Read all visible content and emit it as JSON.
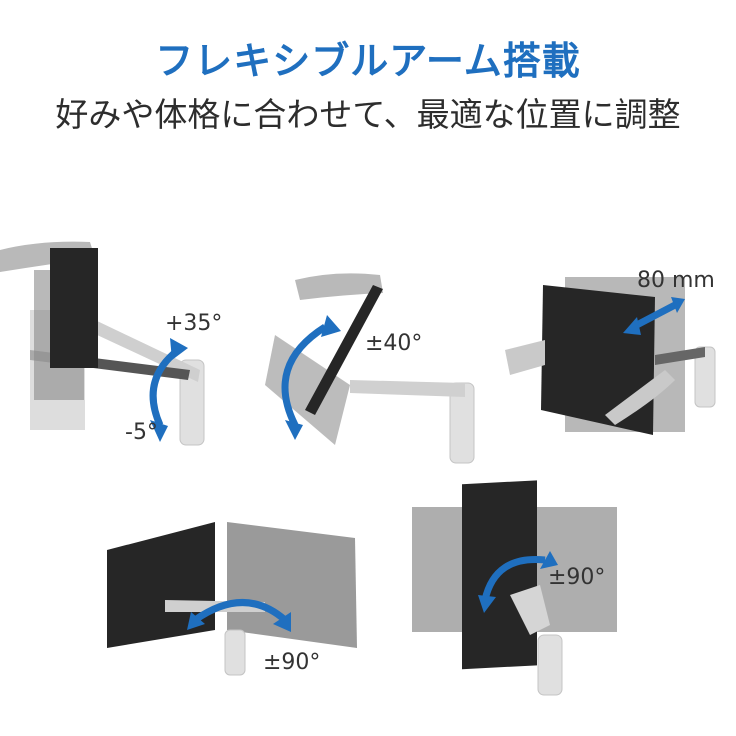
{
  "heading": "フレキシブルアーム搭載",
  "subheading": "好みや体格に合わせて、最適な位置に調整",
  "colors": {
    "accent": "#1f6fbf",
    "monitor_dark": "#262626",
    "monitor_ghost": "#9a9a9a",
    "arm": "#d5d5d5"
  },
  "adjustments": [
    {
      "id": "tilt",
      "labels": [
        "+35°",
        "-5°"
      ]
    },
    {
      "id": "rotate",
      "labels": [
        "±40°"
      ]
    },
    {
      "id": "slide",
      "labels": [
        "80 mm"
      ]
    },
    {
      "id": "swivel",
      "labels": [
        "±90°"
      ]
    },
    {
      "id": "pivot",
      "labels": [
        "±90°"
      ]
    }
  ]
}
